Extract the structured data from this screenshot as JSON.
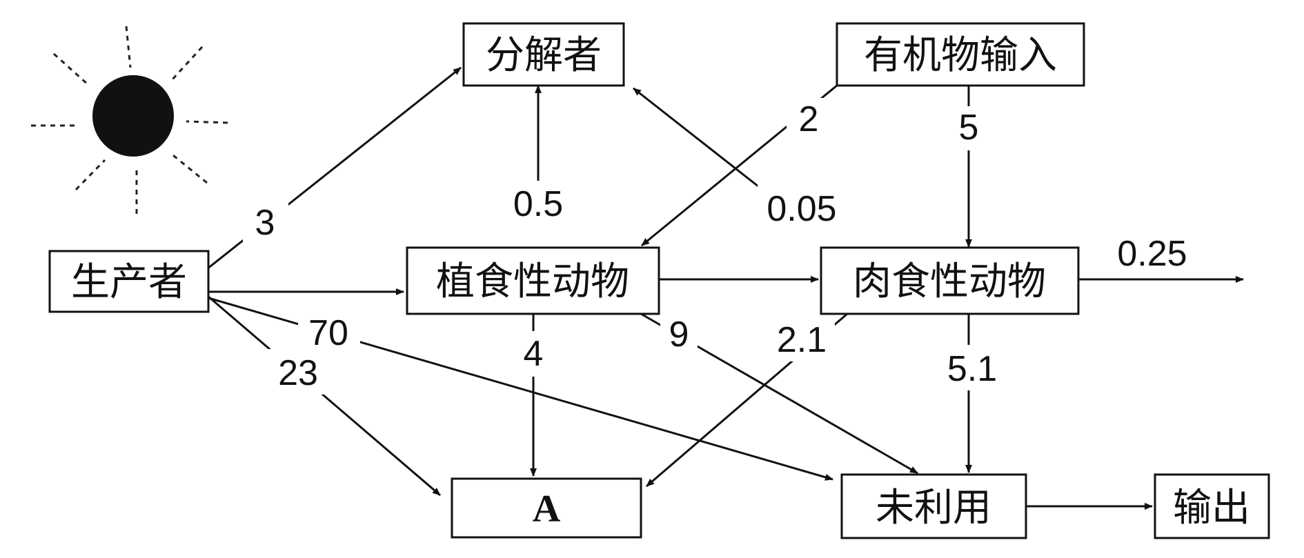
{
  "nodes": {
    "producer": "生产者",
    "decomposer": "分解者",
    "organic_input": "有机物输入",
    "herbivore": "植食性动物",
    "carnivore": "肉食性动物",
    "a": "A",
    "unused": "未利用",
    "output": "输出"
  },
  "edge_labels": {
    "producer_to_decomposer": "3",
    "producer_to_a": "23",
    "producer_to_unused": "70",
    "herbivore_to_decomposer": "0.5",
    "carnivore_to_decomposer": "0.05",
    "organic_to_herbivore": "2",
    "organic_to_carnivore": "5",
    "carnivore_out": "0.25",
    "herbivore_to_a": "4",
    "herbivore_to_unused": "9",
    "carnivore_to_a": "2.1",
    "carnivore_to_unused": "5.1"
  },
  "icons": {
    "sun": "sun-icon"
  },
  "colors": {
    "ink": "#111111",
    "background": "#ffffff"
  }
}
